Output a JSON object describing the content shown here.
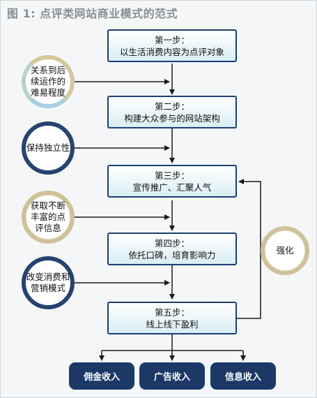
{
  "title": "图 1: 点评类网站商业模式的范式",
  "steps": [
    {
      "label": "第一步：",
      "text": "以生活消费内容为点评对象"
    },
    {
      "label": "第二步：",
      "text": "构建大众参与的网站架构"
    },
    {
      "label": "第三步：",
      "text": "宣传推广、汇聚人气"
    },
    {
      "label": "第四步：",
      "text": "依托口碑，培育影响力"
    },
    {
      "label": "第五步：",
      "text": "线上线下盈利"
    }
  ],
  "factors": [
    {
      "lines": [
        "关系到后",
        "续运作的",
        "难易程度"
      ]
    },
    {
      "lines": [
        "保持独立性"
      ]
    },
    {
      "lines": [
        "获取不断",
        "丰富的点",
        "评信息"
      ]
    },
    {
      "lines": [
        "改变消费和",
        "营销模式"
      ]
    }
  ],
  "feedback": {
    "text": "强化"
  },
  "incomes": [
    "佣金收入",
    "广告收入",
    "信息收入"
  ],
  "colors": {
    "navy": "#1c3866",
    "step_border": "#1a3f73",
    "title": "#8a8f93"
  }
}
